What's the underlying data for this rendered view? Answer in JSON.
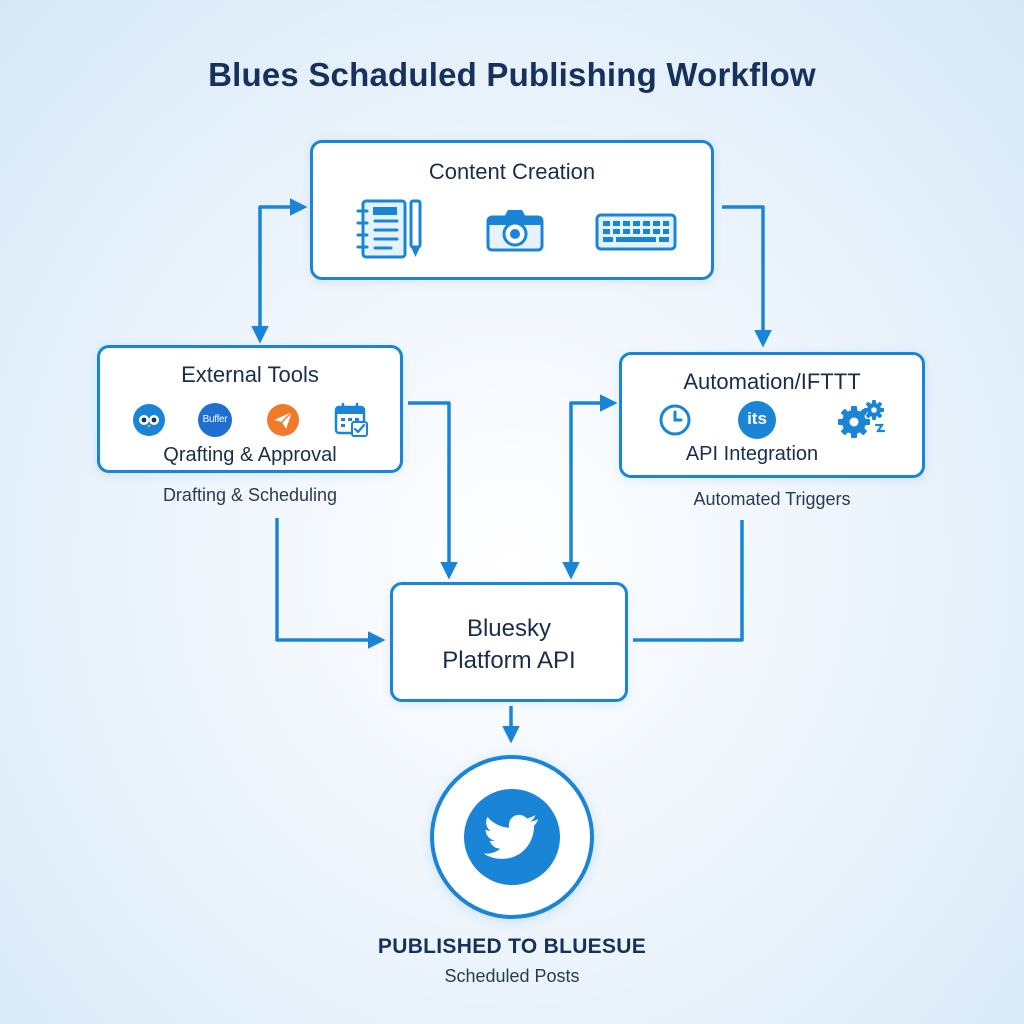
{
  "title": "Blues Schaduled Publishing Workflow",
  "colors": {
    "accent": "#1a85d6",
    "text": "#1a2e4a",
    "hootsuite": "#1a85d6",
    "buffer": "#1f6fd1",
    "send_tool": "#f07a2a"
  },
  "content_creation": {
    "heading": "Content Creation",
    "icons": [
      "notebook-pen-icon",
      "camera-icon",
      "keyboard-icon"
    ]
  },
  "external_tools": {
    "heading": "External Tools",
    "subheading": "Qrafting & Approval",
    "caption": "Drafting & Scheduling",
    "buffer_label": "Buffer",
    "icons": [
      "owl-icon",
      "buffer-icon",
      "paper-plane-icon",
      "calendar-check-icon"
    ]
  },
  "automation": {
    "heading": "Automation/IFTTT",
    "subheading": "API Integration",
    "caption": "Automated Triggers",
    "its_label": "its",
    "icons": [
      "clock-icon",
      "its-icon",
      "gears-icon"
    ]
  },
  "platform_api": {
    "line1": "Bluesky",
    "line2": "Platform API"
  },
  "published": {
    "title": "PUBLISHED TO BLUESUE",
    "subtitle": "Scheduled Posts",
    "icon": "bird-icon"
  }
}
